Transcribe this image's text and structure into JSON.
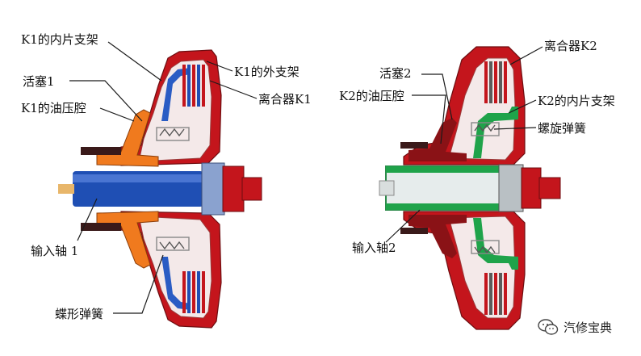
{
  "left_assembly": {
    "labels": {
      "k1_inner_carrier": "K1的内片支架",
      "piston1": "活塞1",
      "k1_oil_chamber": "K1的油压腔",
      "k1_outer_carrier": "K1的外支架",
      "clutch_k1": "离合器K1",
      "input_shaft1": "输入轴 1",
      "disc_spring": "蝶形弹簧"
    }
  },
  "right_assembly": {
    "labels": {
      "piston2": "活塞2",
      "clutch_k2": "离合器K2",
      "k2_oil_chamber": "K2的油压腔",
      "k2_inner_carrier": "K2的内片支架",
      "coil_spring": "螺旋弹簧",
      "input_shaft2": "输入轴2"
    }
  },
  "watermark": {
    "text": "汽修宝典",
    "icon": "wechat-icon"
  },
  "colors": {
    "housing_red": "#c4151c",
    "dark_red": "#8a1216",
    "orange": "#f07a1e",
    "blue": "#1f4fb4",
    "green": "#1fa34a",
    "leader": "#1a1a1a"
  }
}
